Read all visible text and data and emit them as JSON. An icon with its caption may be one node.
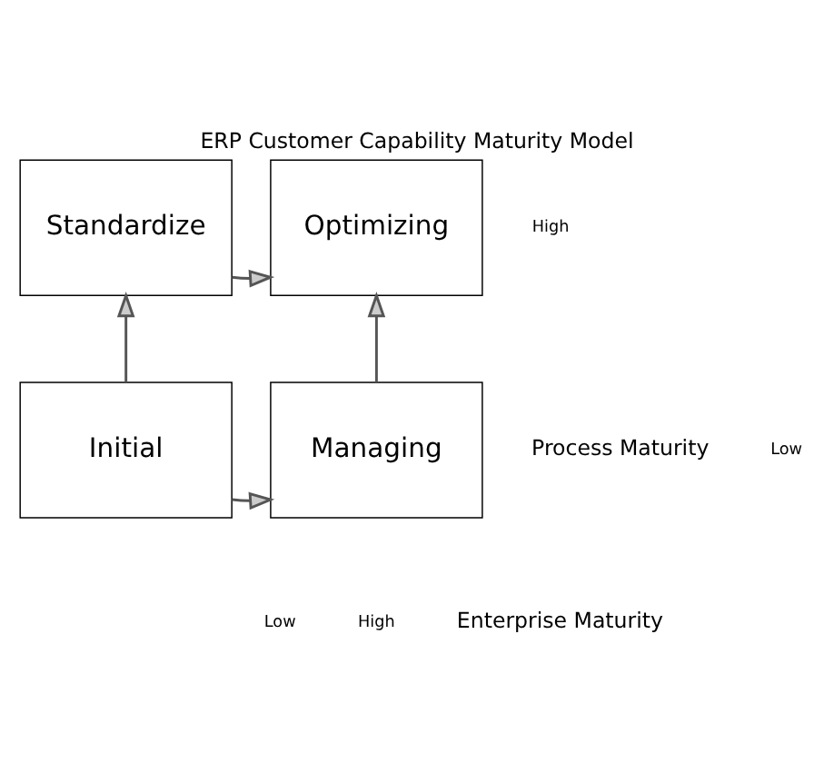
{
  "diagram": {
    "title": "ERP Customer Capability Maturity Model",
    "nodes": [
      {
        "text": [
          "Standardize"
        ]
      },
      {
        "text": [
          "Optimizing"
        ]
      },
      {
        "text": [
          "Initial"
        ]
      },
      {
        "text": [
          "Managing"
        ]
      }
    ],
    "edges": [
      {
        "from": 2,
        "to": 0,
        "arrow": "to"
      },
      {
        "from": 0,
        "to": 1,
        "arrow": "to"
      },
      {
        "from": 2,
        "to": 3,
        "arrow": "to"
      },
      {
        "from": 3,
        "to": 1,
        "arrow": "to"
      }
    ],
    "labels": [
      "High",
      "Process Maturity",
      "Low",
      "Low",
      "High",
      "Enterprise Maturity"
    ]
  }
}
